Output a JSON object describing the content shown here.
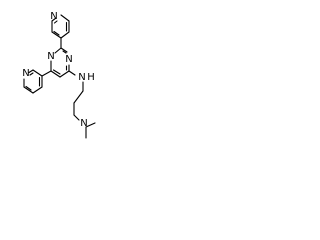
{
  "molecule": {
    "atoms": {
      "pyridine_top_n": "N",
      "pyrimidine_n_top": "N",
      "pyrimidine_n_right": "N",
      "pyridine_left_n": "N",
      "amine_nh": "N",
      "amine_nh_h": "H",
      "dimethylamine_n": "N"
    }
  }
}
